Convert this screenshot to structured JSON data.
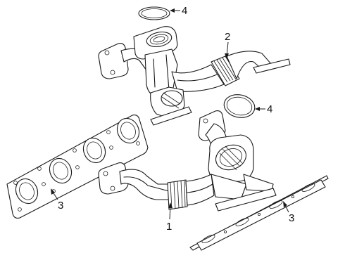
{
  "callouts": [
    {
      "label": "1"
    },
    {
      "label": "2"
    },
    {
      "label": "3"
    },
    {
      "label": "3"
    },
    {
      "label": "4"
    },
    {
      "label": "4"
    }
  ]
}
